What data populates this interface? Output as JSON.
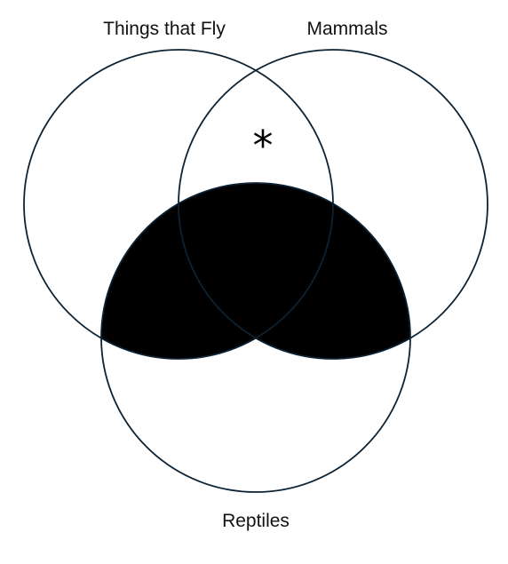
{
  "diagram": {
    "type": "venn-3",
    "sets": [
      {
        "id": "fly",
        "label": "Things that Fly"
      },
      {
        "id": "mammals",
        "label": "Mammals"
      },
      {
        "id": "reptiles",
        "label": "Reptiles"
      }
    ],
    "shaded_regions": [
      "fly-reptiles",
      "fly-mammals-reptiles",
      "mammals-reptiles"
    ],
    "marked_regions": [
      {
        "region": "fly-mammals",
        "symbol": "*"
      }
    ],
    "colors": {
      "outline": "#0d2233",
      "shade": "#000000",
      "background": "#ffffff"
    }
  }
}
